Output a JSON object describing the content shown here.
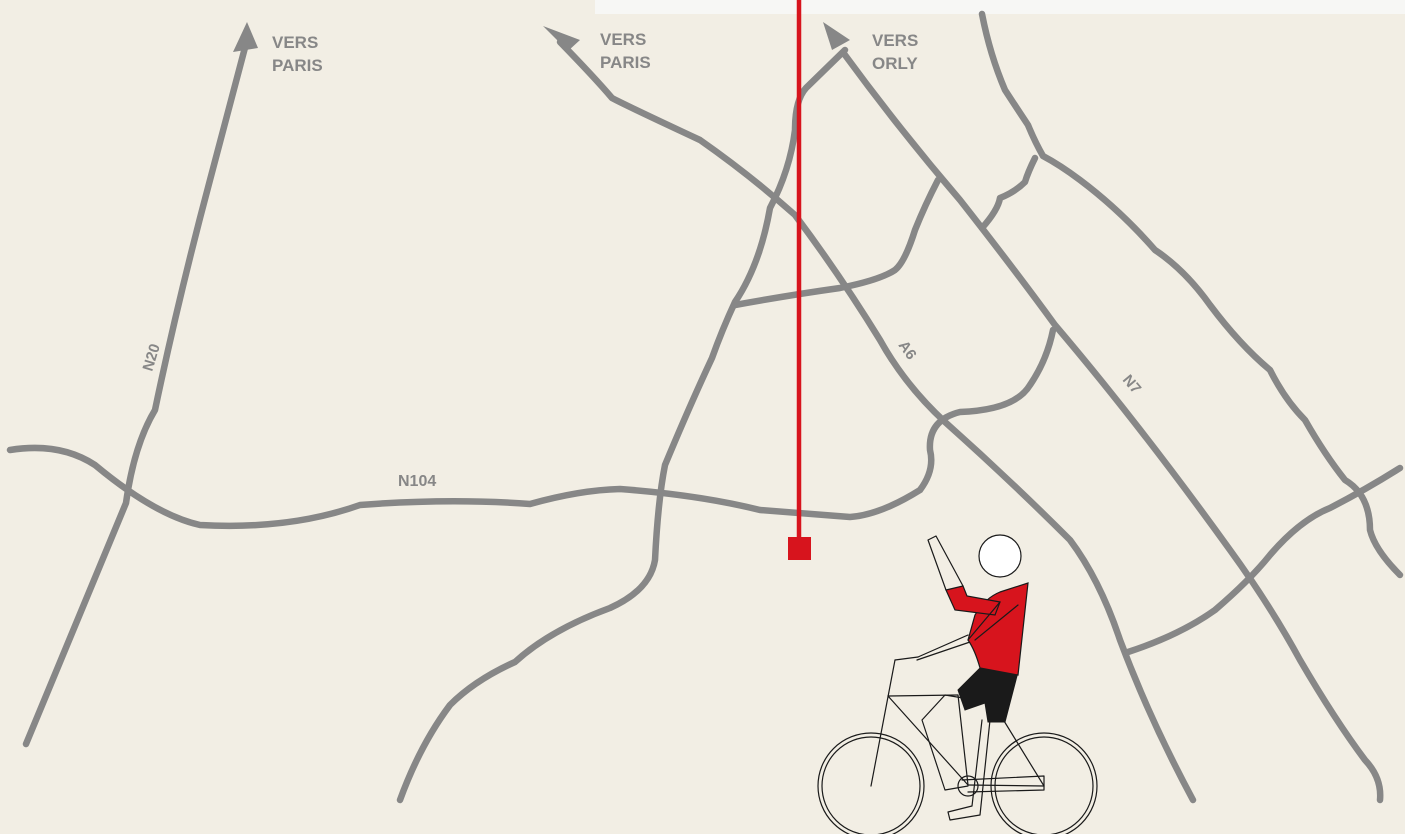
{
  "map": {
    "background": "#f2eee4",
    "road_color": "#878787",
    "accent_color": "#d7141d",
    "directions": {
      "paris_left": [
        "VERS",
        "PARIS"
      ],
      "paris_center": [
        "VERS",
        "PARIS"
      ],
      "orly": [
        "VERS",
        "ORLY"
      ]
    },
    "road_labels": {
      "n20": "N20",
      "n104": "N104",
      "a6": "A6",
      "n7": "N7"
    },
    "icons": [
      "arrow-up-icon",
      "location-marker-icon",
      "cyclist-illustration"
    ]
  }
}
